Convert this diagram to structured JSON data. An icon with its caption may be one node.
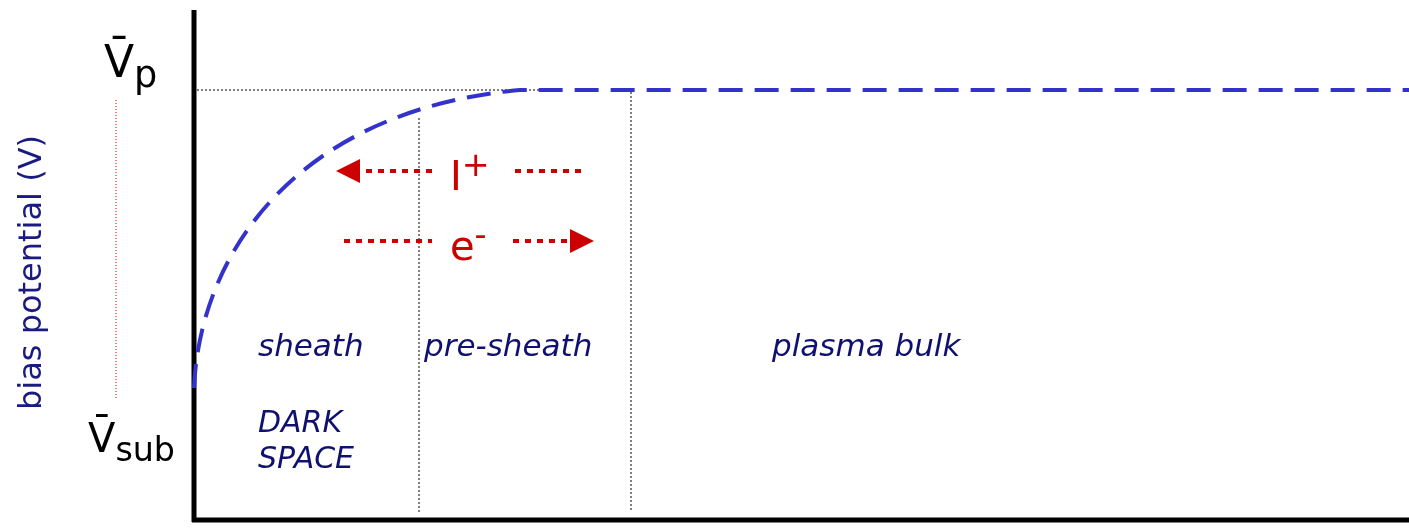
{
  "diagram": {
    "labels": [
      "V̄$_{p}$",
      "bias potential (V)",
      "I$^{+}$",
      "e$^{-}$",
      "sheath",
      "pre-sheath",
      "plasma bulk",
      "DARK SPACE",
      "V̄$_{sub}$"
    ]
  }
}
